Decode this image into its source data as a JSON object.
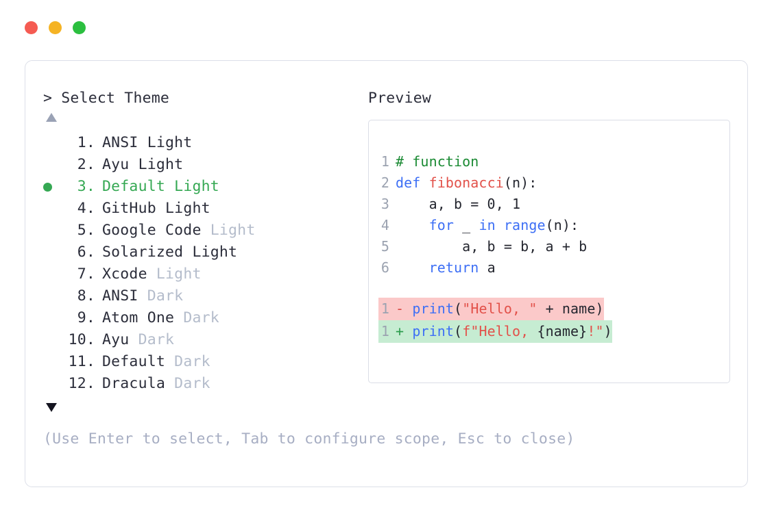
{
  "window": {
    "traffic_lights": [
      {
        "name": "close",
        "color": "#f55b52"
      },
      {
        "name": "minimize",
        "color": "#f5b324"
      },
      {
        "name": "maximize",
        "color": "#2bbf3f"
      }
    ]
  },
  "selector": {
    "prompt": "> Select Theme",
    "scroll_up_icon": "triangle-up",
    "scroll_down_icon": "triangle-down",
    "selected_index": 3,
    "items": [
      {
        "number": "1.",
        "name": "ANSI",
        "suffix": "Light",
        "suffix_dim": false,
        "selected": false
      },
      {
        "number": "2.",
        "name": "Ayu",
        "suffix": "Light",
        "suffix_dim": false,
        "selected": false
      },
      {
        "number": "3.",
        "name": "Default",
        "suffix": "Light",
        "suffix_dim": false,
        "selected": true
      },
      {
        "number": "4.",
        "name": "GitHub",
        "suffix": "Light",
        "suffix_dim": false,
        "selected": false
      },
      {
        "number": "5.",
        "name": "Google Code",
        "suffix": "Light",
        "suffix_dim": true,
        "selected": false
      },
      {
        "number": "6.",
        "name": "Solarized",
        "suffix": "Light",
        "suffix_dim": false,
        "selected": false
      },
      {
        "number": "7.",
        "name": "Xcode",
        "suffix": "Light",
        "suffix_dim": true,
        "selected": false
      },
      {
        "number": "8.",
        "name": "ANSI",
        "suffix": "Dark",
        "suffix_dim": true,
        "selected": false
      },
      {
        "number": "9.",
        "name": "Atom One",
        "suffix": "Dark",
        "suffix_dim": true,
        "selected": false
      },
      {
        "number": "10.",
        "name": "Ayu",
        "suffix": "Dark",
        "suffix_dim": true,
        "selected": false
      },
      {
        "number": "11.",
        "name": "Default",
        "suffix": "Dark",
        "suffix_dim": true,
        "selected": false
      },
      {
        "number": "12.",
        "name": "Dracula",
        "suffix": "Dark",
        "suffix_dim": true,
        "selected": false
      }
    ],
    "hint": "(Use Enter to select, Tab to configure scope, Esc to close)"
  },
  "preview": {
    "label": "Preview",
    "code_lines": [
      {
        "number": "1",
        "tokens": [
          {
            "t": "# function",
            "c": "comment"
          }
        ]
      },
      {
        "number": "2",
        "tokens": [
          {
            "t": "def ",
            "c": "kw"
          },
          {
            "t": "fibonacci",
            "c": "fn"
          },
          {
            "t": "(n):",
            "c": "plain"
          }
        ]
      },
      {
        "number": "3",
        "tokens": [
          {
            "t": "    a, b = 0, 1",
            "c": "plain"
          }
        ]
      },
      {
        "number": "4",
        "tokens": [
          {
            "t": "    ",
            "c": "plain"
          },
          {
            "t": "for",
            "c": "kw"
          },
          {
            "t": " _ ",
            "c": "plain"
          },
          {
            "t": "in",
            "c": "kw"
          },
          {
            "t": " ",
            "c": "plain"
          },
          {
            "t": "range",
            "c": "builtin"
          },
          {
            "t": "(n):",
            "c": "plain"
          }
        ]
      },
      {
        "number": "5",
        "tokens": [
          {
            "t": "        a, b = b, a + b",
            "c": "plain"
          }
        ]
      },
      {
        "number": "6",
        "tokens": [
          {
            "t": "    ",
            "c": "plain"
          },
          {
            "t": "return",
            "c": "kw"
          },
          {
            "t": " a",
            "c": "plain"
          }
        ]
      }
    ],
    "diff_lines": [
      {
        "number": "1",
        "sign": "-",
        "kind": "del",
        "tokens": [
          {
            "t": "print",
            "c": "builtin"
          },
          {
            "t": "(",
            "c": "plain"
          },
          {
            "t": "\"Hello, \"",
            "c": "str"
          },
          {
            "t": " + name)",
            "c": "plain"
          }
        ]
      },
      {
        "number": "1",
        "sign": "+",
        "kind": "add",
        "tokens": [
          {
            "t": "print",
            "c": "builtin"
          },
          {
            "t": "(",
            "c": "plain"
          },
          {
            "t": "f\"Hello, ",
            "c": "str"
          },
          {
            "t": "{name}",
            "c": "plain"
          },
          {
            "t": "!\"",
            "c": "str"
          },
          {
            "t": ")",
            "c": "plain"
          }
        ]
      }
    ]
  },
  "colors": {
    "accent_green": "#35a853",
    "dim_text": "#b4bccb",
    "body_text": "#2b2d3a",
    "hint_text": "#a7aec3",
    "panel_border": "#dcdfe8",
    "preview_border": "#dadde6",
    "diff_del_bg": "#fbc9c9",
    "diff_add_bg": "#c6ecd2",
    "syntax_comment": "#1a8a33",
    "syntax_keyword": "#3d6ff5",
    "syntax_function": "#e2514a",
    "syntax_string": "#e2514a"
  }
}
